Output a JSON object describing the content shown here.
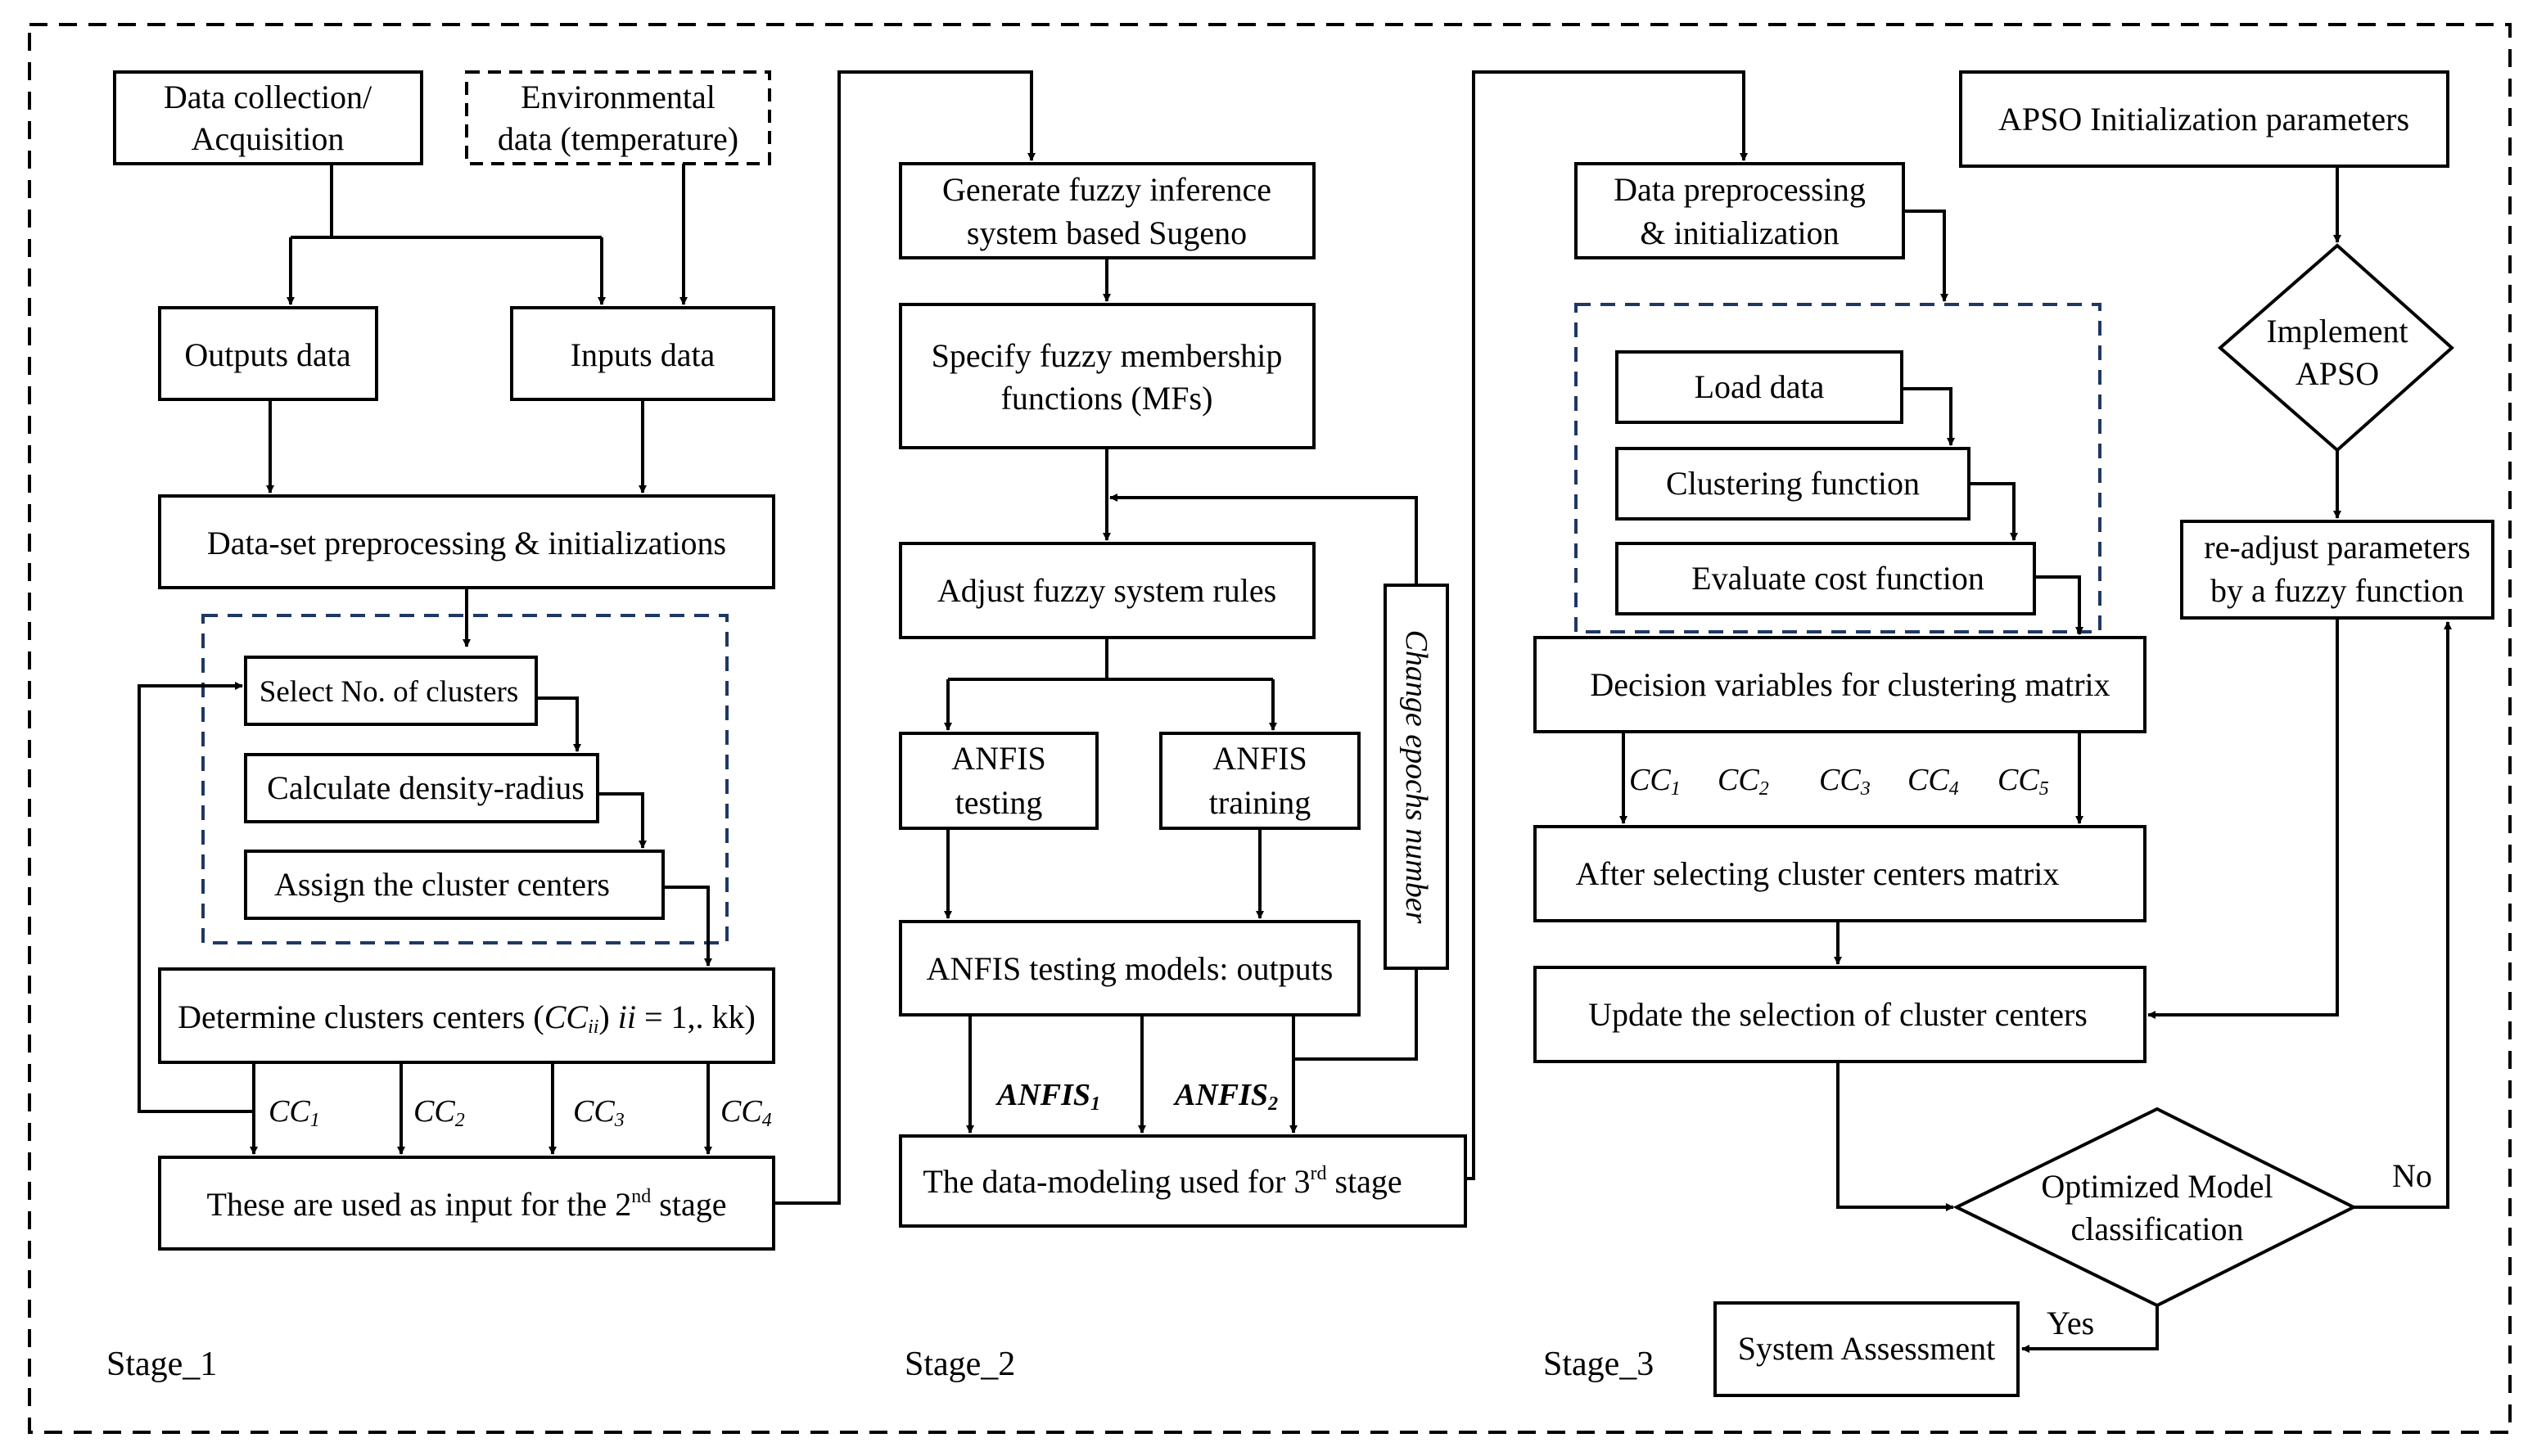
{
  "stage1": {
    "label": "Stage_1",
    "data_collection": [
      "Data collection/",
      "Acquisition"
    ],
    "environmental": [
      "Environmental",
      "data (temperature)"
    ],
    "outputs_data": "Outputs data",
    "inputs_data": "Inputs data",
    "preprocessing": "Data-set preprocessing & initializations",
    "select_clusters": "Select No. of clusters",
    "density_radius": "Calculate density-radius",
    "assign_centers": "Assign the cluster centers",
    "determine_prefix": "Determine clusters centers (",
    "determine_cc": "CC",
    "determine_sub": "ii",
    "determine_paren": ")",
    "determine_ii": "ii",
    "determine_suffix": " = 1,. kk)",
    "cc_base": "CC",
    "cc_subs": [
      "1",
      "2",
      "3",
      "4"
    ],
    "second_stage_prefix": "These are used as input for the 2",
    "second_stage_sup": "nd",
    "second_stage_suffix": " stage"
  },
  "stage2": {
    "label": "Stage_2",
    "generate_fis": [
      "Generate fuzzy inference",
      "system based Sugeno"
    ],
    "specify_mfs": [
      "Specify fuzzy membership",
      "functions (MFs)"
    ],
    "adjust_rules": "Adjust fuzzy system rules",
    "change_epochs": "Change epochs number",
    "anfis_testing": [
      "ANFIS",
      "testing"
    ],
    "anfis_training": [
      "ANFIS",
      "training"
    ],
    "anfis_models": "ANFIS testing models: outputs",
    "anfis_base": "ANFIS",
    "anfis_subs": [
      "1",
      "2"
    ],
    "data_modeling_prefix": "The data-modeling  used for 3",
    "data_modeling_sup": "rd",
    "data_modeling_suffix": " stage"
  },
  "stage3": {
    "label": "Stage_3",
    "data_prep": [
      "Data preprocessing",
      "& initialization"
    ],
    "load_data": "Load data",
    "clustering_fn": "Clustering function",
    "evaluate_cost": "Evaluate cost function",
    "decision_vars": "Decision variables for clustering matrix",
    "cc_base": "CC",
    "cc_subs": [
      "1",
      "2",
      "3",
      "4",
      "5"
    ],
    "after_selecting": "After selecting cluster centers matrix",
    "update_selection": "Update the selection of cluster centers",
    "optimized_model": [
      "Optimized Model",
      "classification"
    ],
    "system_assessment": "System Assessment",
    "yes": "Yes",
    "no": "No",
    "apso_init": "APSO Initialization parameters",
    "implement_apso": [
      "Implement",
      "APSO"
    ],
    "readjust": [
      "re-adjust parameters",
      "by a fuzzy function"
    ]
  }
}
